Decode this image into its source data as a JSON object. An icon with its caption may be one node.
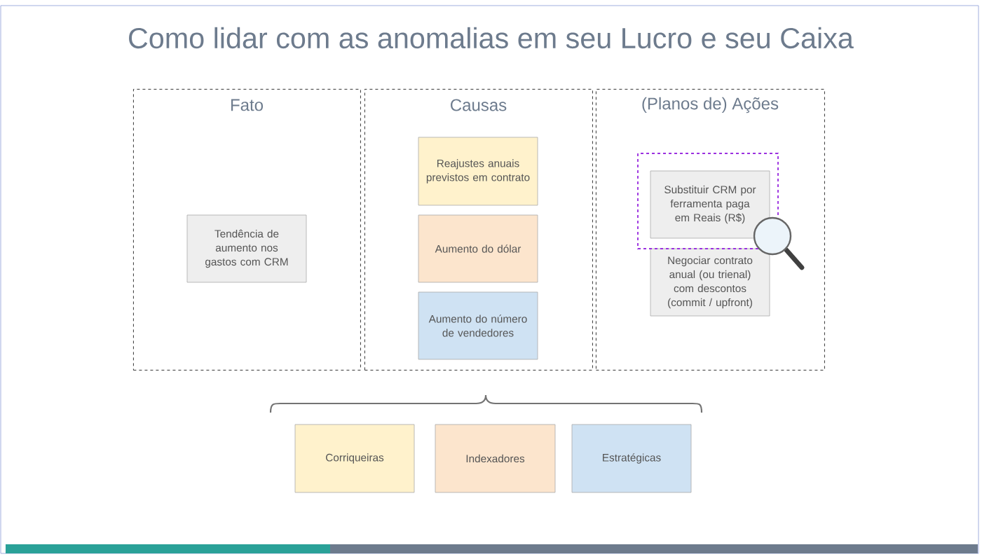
{
  "diagram": {
    "title": "Como lidar com as anomalias em seu Lucro e seu Caixa",
    "nodes": [
      {
        "text": [
          "Fato"
        ]
      },
      {
        "text": [
          "Tendência de aumento nos gastos com CRM"
        ],
        "in": 0
      },
      {
        "text": [
          "Causas"
        ]
      },
      {
        "text": [
          "Reajustes anuais previstos em contrato"
        ],
        "in": 2
      },
      {
        "text": [
          "Aumento do dólar"
        ],
        "in": 2
      },
      {
        "text": [
          "Aumento do número de vendedores"
        ],
        "in": 2
      },
      {
        "text": [
          "(Planos de) Ações"
        ]
      },
      {
        "text": [
          "Substituir CRM por ferramenta paga em Reais (R$)"
        ],
        "in": 6
      },
      {
        "text": [
          "Negociar contrato anual (ou trienal) com descontos (commit / upfront)"
        ],
        "in": 6
      },
      {
        "text": [
          "Corriqueiras"
        ]
      },
      {
        "text": [
          "Indexadores"
        ]
      },
      {
        "text": [
          "Estratégicas"
        ]
      }
    ],
    "edges": []
  }
}
